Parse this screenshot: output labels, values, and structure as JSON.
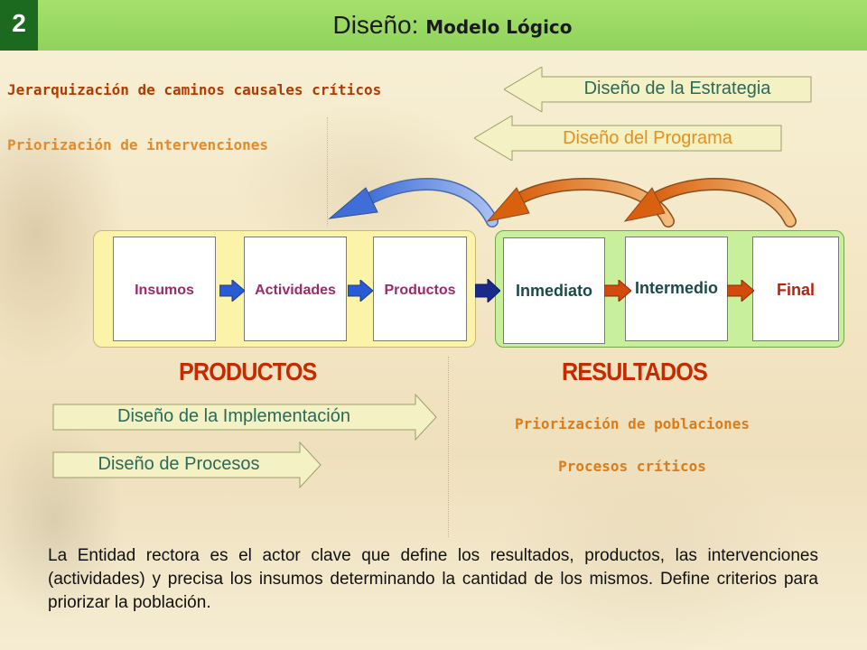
{
  "header": {
    "number": "2",
    "title_main": "Diseño:",
    "title_sub": "Modelo Lógico"
  },
  "left_texts": {
    "jerarquizacion": "Jerarquización de caminos causales críticos",
    "priorizacion_intervenciones": "Priorización de intervenciones"
  },
  "left_arrows": {
    "estrategia": "Diseño de la Estrategia",
    "programa": "Diseño del Programa"
  },
  "productos_boxes": {
    "insumos": "Insumos",
    "actividades": "Actividades",
    "productos": "Productos"
  },
  "resultados_boxes": {
    "inmediato": "Inmediato",
    "intermedio": "Intermedio",
    "final": "Final"
  },
  "section_labels": {
    "productos": "PRODUCTOS",
    "resultados": "RESULTADOS"
  },
  "right_arrows": {
    "implementacion": "Diseño de la Implementación",
    "procesos": "Diseño de Procesos"
  },
  "right_texts": {
    "priorizacion_poblaciones": "Priorización de poblaciones",
    "procesos_criticos": "Procesos críticos"
  },
  "paragraph": "La Entidad rectora  es el actor clave que define los resultados, productos, las intervenciones (actividades) y precisa los insumos  determinando la cantidad de los mismos. Define criterios para priorizar la población.",
  "colors": {
    "header_green": "#8fd35b",
    "number_box": "#1c6a20",
    "red_label": "#c82a00",
    "productos_group": "#fbf3a8",
    "resultados_group": "#c8ef9c"
  }
}
